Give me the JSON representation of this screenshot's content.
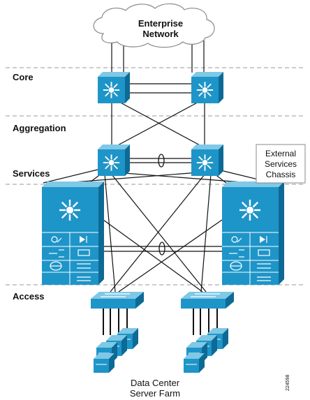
{
  "cloud": {
    "line1": "Enterprise",
    "line2": "Network"
  },
  "layers": {
    "core": "Core",
    "aggregation": "Aggregation",
    "services": "Services",
    "access": "Access"
  },
  "callout": {
    "line1": "External",
    "line2": "Services",
    "line3": "Chassis"
  },
  "caption": {
    "line1": "Data Center",
    "line2": "Server Farm"
  },
  "figure_id": "224598",
  "colors": {
    "device_face": "#1e95c8",
    "device_top": "#7fc8e6",
    "device_side": "#0d6a95",
    "line": "#111111",
    "dashed": "#999999"
  }
}
